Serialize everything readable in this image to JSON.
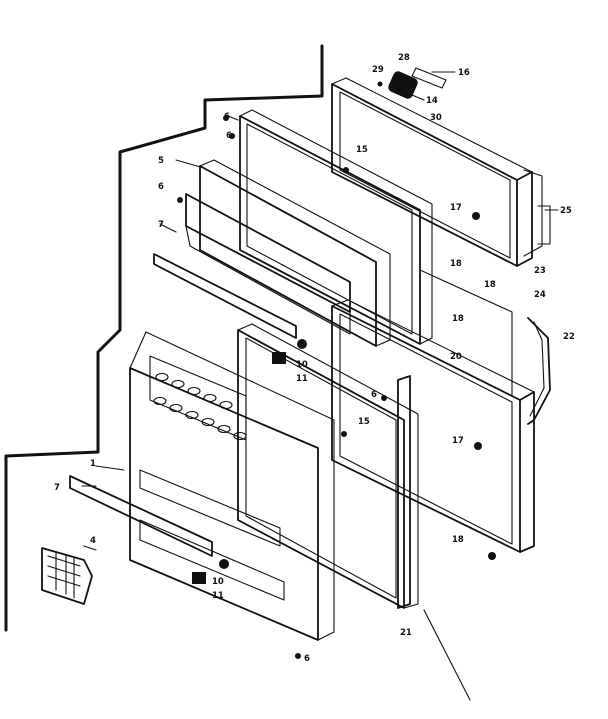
{
  "diagram": {
    "callouts": {
      "c1": "1",
      "c4": "4",
      "c5": "5",
      "c6a": "6",
      "c6b": "6",
      "c6c": "6",
      "c6d": "6",
      "c6e": "6",
      "c7a": "7",
      "c7b": "7",
      "c10a": "10",
      "c10b": "10",
      "c11a": "11",
      "c11b": "11",
      "c14": "14",
      "c15a": "15",
      "c15b": "15",
      "c16": "16",
      "c17a": "17",
      "c17b": "17",
      "c18a": "18",
      "c18b": "18",
      "c18c": "18",
      "c18d": "18",
      "c20": "20",
      "c21": "21",
      "c22": "22",
      "c23": "23",
      "c24": "24",
      "c25": "25",
      "c28": "28",
      "c29": "29",
      "c30": "30"
    }
  }
}
